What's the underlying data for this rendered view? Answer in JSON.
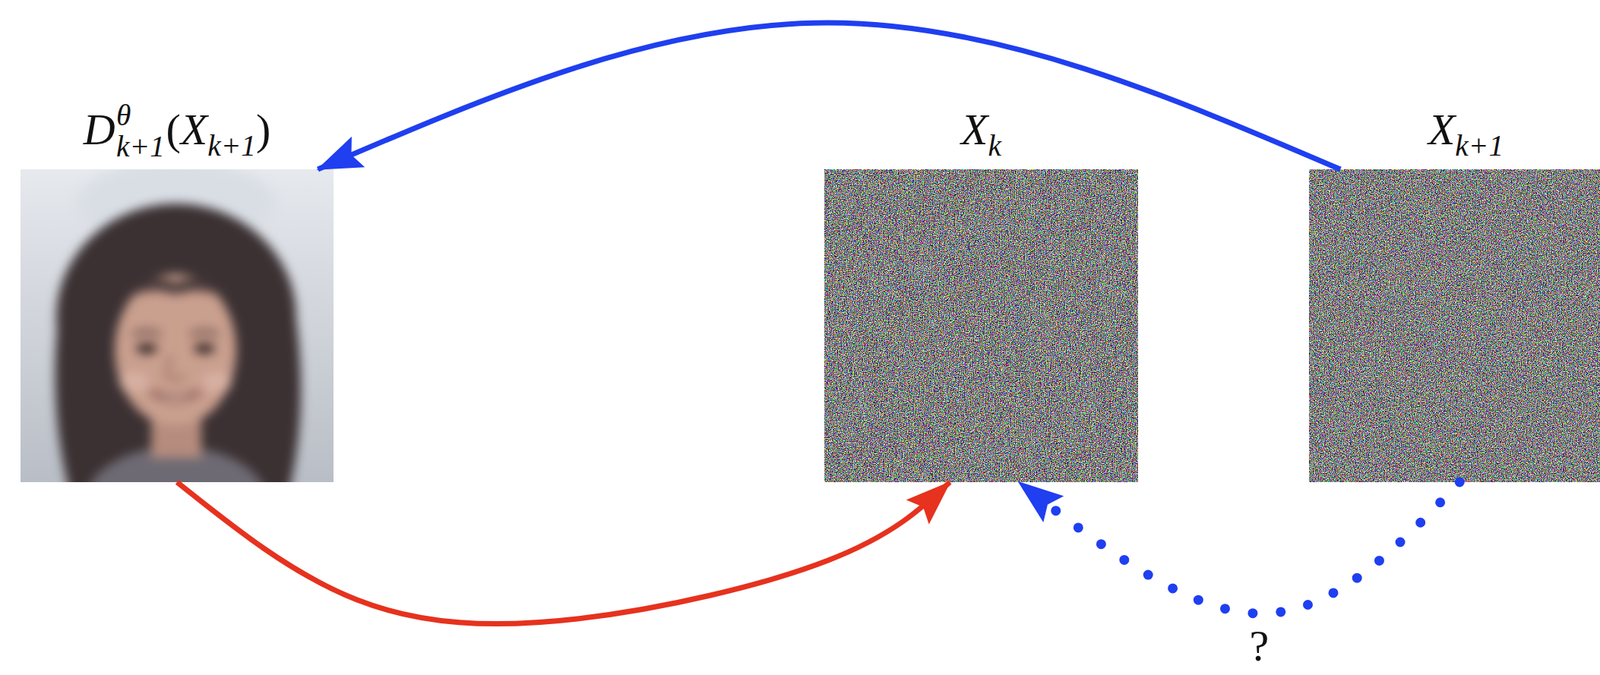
{
  "diagram": {
    "nodes": [
      {
        "text": [
          "Dθk+1(Xk+1)"
        ]
      },
      {
        "text": [
          "Xk"
        ]
      },
      {
        "text": [
          "Xk+1"
        ]
      }
    ],
    "edges": [
      {
        "from": 2,
        "to": 0,
        "arrow": "to"
      },
      {
        "from": 0,
        "to": 1,
        "arrow": "to"
      },
      {
        "from": 2,
        "to": 1,
        "arrow": "to",
        "label": "?"
      }
    ]
  }
}
